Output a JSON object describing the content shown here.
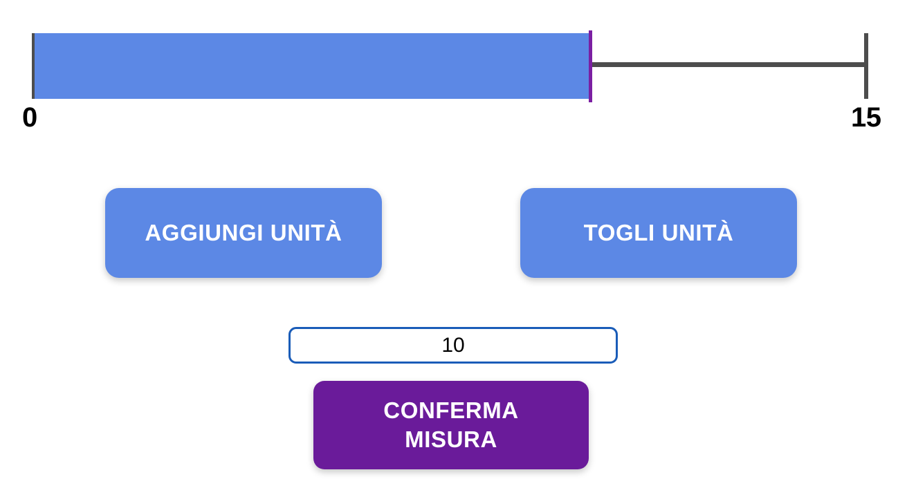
{
  "measure": {
    "min_label": "0",
    "max_label": "15",
    "min_value": 0,
    "max_value": 15,
    "current_value": 10,
    "fill_color": "#5C88E5",
    "marker_color": "#7B1FA2",
    "track_color": "#4D4D4D"
  },
  "controls": {
    "add_unit_label": "AGGIUNGI UNITÀ",
    "remove_unit_label": "TOGLI UNITÀ",
    "confirm_line1": "CONFERMA",
    "confirm_line2": "MISURA",
    "button_color": "#5C88E5",
    "confirm_color": "#6A1B9A"
  },
  "input": {
    "value": "10",
    "placeholder": "10",
    "border_color": "#1A5CB8"
  },
  "chart_data": {
    "type": "bar",
    "title": "",
    "categories": [
      "misura"
    ],
    "values": [
      10
    ],
    "xlabel": "",
    "ylabel": "",
    "xlim": [
      0,
      15
    ],
    "tick_labels": [
      "0",
      "15"
    ],
    "grid": false,
    "legend": "none",
    "annotations": [
      "marker at value 10"
    ]
  }
}
